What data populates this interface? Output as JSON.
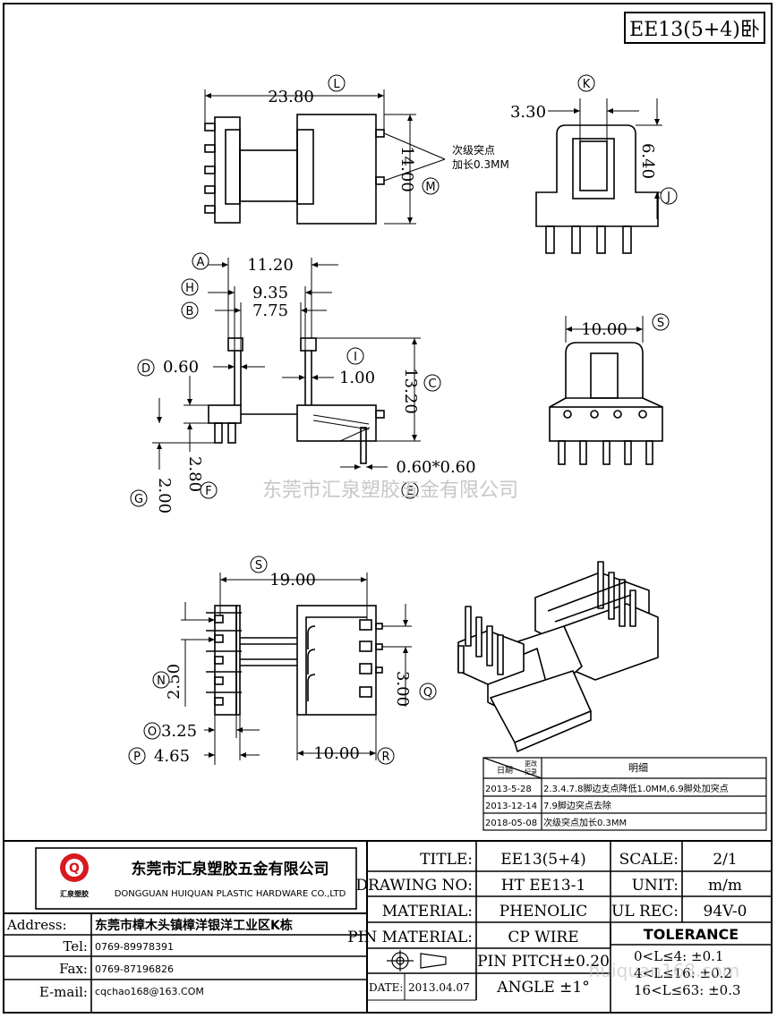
{
  "part_name": "EE13(5+4)卧",
  "watermark": "东莞市汇泉塑胶五金有限公司",
  "dimensions": {
    "L": "23.80",
    "K": "3.30",
    "J": "6.40",
    "M": "14.00",
    "A": "11.20",
    "H": "9.35",
    "B": "7.75",
    "D": "0.60",
    "I": "1.00",
    "C": "13.20",
    "F": "2.80",
    "G": "2.00",
    "pin": "0.60*0.60",
    "S_side": "10.00",
    "S_bottom": "19.00",
    "N": "2.50",
    "O": "3.25",
    "P": "4.65",
    "Q": "3.00",
    "R": "10.00"
  },
  "labels": {
    "L": "L",
    "K": "K",
    "J": "J",
    "M": "M",
    "A": "A",
    "H": "H",
    "B": "B",
    "D": "D",
    "I": "I",
    "C": "C",
    "F": "F",
    "G": "G",
    "E": "E",
    "S": "S",
    "N": "N",
    "O": "O",
    "P": "P",
    "Q": "Q",
    "R": "R"
  },
  "note": {
    "line1": "次级突点",
    "line2": "加长0.3MM"
  },
  "revisions": {
    "header_date": "日期",
    "header_change_1": "更改",
    "header_change_2": "纪录",
    "header_detail": "明细",
    "rows": [
      {
        "date": "2013-5-28",
        "detail": "2.3.4.7.8脚边支点降低1.0MM,6.9脚处加突点"
      },
      {
        "date": "2013-12-14",
        "detail": "7.9脚边突点去除"
      },
      {
        "date": "2018-05-08",
        "detail": "次级突点加长0.3MM"
      }
    ]
  },
  "company": {
    "name_cn": "东莞市汇泉塑胶五金有限公司",
    "name_en": "DONGGUAN HUIQUAN PLASTIC HARDWARE CO.,LTD",
    "logo_text": "汇泉塑胶",
    "logo_letter": "Q"
  },
  "contact": {
    "address_label": "Address:",
    "address": "东莞市樟木头镇樟洋银洋工业区K栋",
    "tel_label": "Tel:",
    "tel": "0769-89978391",
    "fax_label": "Fax:",
    "fax": "0769-87196826",
    "email_label": "E-mail:",
    "email": "cqchao168@163.COM"
  },
  "title_block": {
    "title_label": "TITLE:",
    "title": "EE13(5+4)",
    "scale_label": "SCALE:",
    "scale": "2/1",
    "drawing_no_label": "DRAWING NO:",
    "drawing_no": "HT EE13-1",
    "unit_label": "UNIT:",
    "unit": "m/m",
    "material_label": "MATERIAL:",
    "material": "PHENOLIC",
    "ul_rec_label": "UL REC:",
    "ul_rec": "94V-0",
    "pin_material_label": "PIN MATERIAL:",
    "pin_material": "CP WIRE",
    "tolerance_label": "TOLERANCE",
    "pin_pitch": "PIN PITCH±0.20",
    "angle": "ANGLE ±1°",
    "date_label": "DATE:",
    "date": "2013.04.07",
    "tol1": "0<L≤4:  ±0.1",
    "tol2": "4<L≤16:  ±0.2",
    "tol3": "16<L≤63: ±0.3"
  },
  "site_watermark": "huiquan168.com"
}
